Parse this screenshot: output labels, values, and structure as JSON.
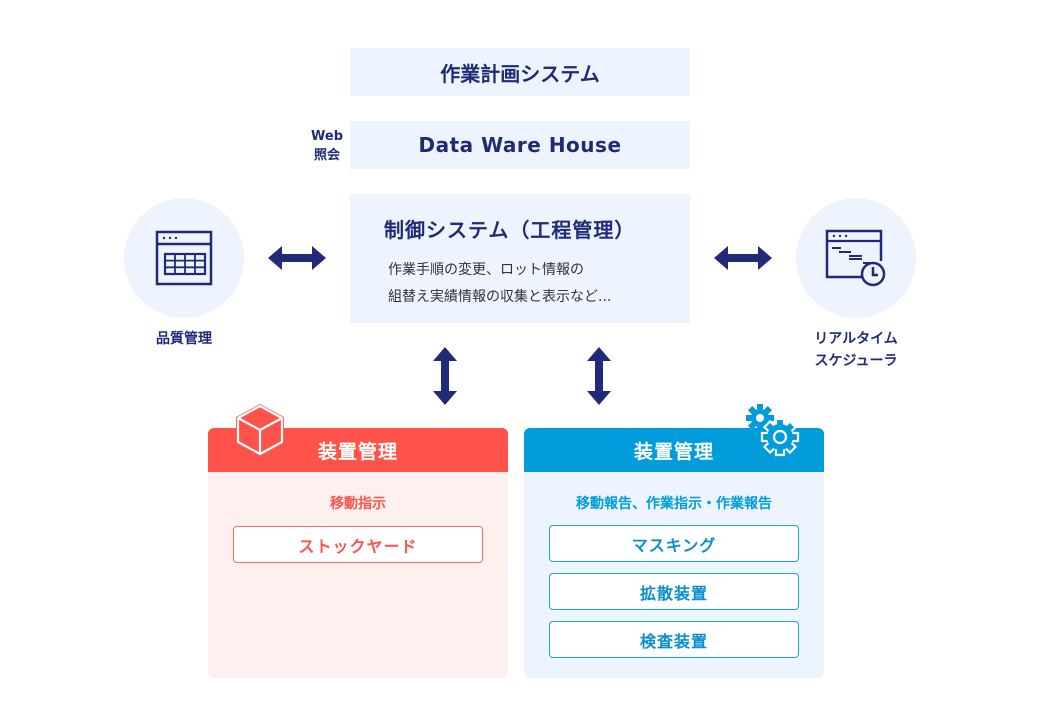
{
  "plan_system": {
    "label": "作業計画システム"
  },
  "dwh": {
    "label": "Data Ware House",
    "side_label_line1": "Web",
    "side_label_line2": "照会"
  },
  "control_system": {
    "title": "制御システム（工程管理）",
    "desc_line1": "作業手順の変更、ロット情報の",
    "desc_line2": "組替え実績情報の収集と表示など..."
  },
  "left_node": {
    "label": "品質管理",
    "icon": "spreadsheet-window-icon"
  },
  "right_node": {
    "label_line1": "リアルタイム",
    "label_line2": "スケジューラ",
    "icon": "schedule-window-clock-icon"
  },
  "panels": {
    "red": {
      "title": "装置管理",
      "icon": "cube-icon",
      "subtitle": "移動指示",
      "items": [
        "ストックヤード"
      ],
      "color": "#ff5249"
    },
    "blue": {
      "title": "装置管理",
      "icon": "gears-icon",
      "subtitle": "移動報告、作業指示・作業報告",
      "items": [
        "マスキング",
        "拡散装置",
        "検査装置"
      ],
      "color": "#009cdc"
    }
  },
  "colors": {
    "navy": "#1f2a78",
    "light_box": "#edf4fd"
  }
}
